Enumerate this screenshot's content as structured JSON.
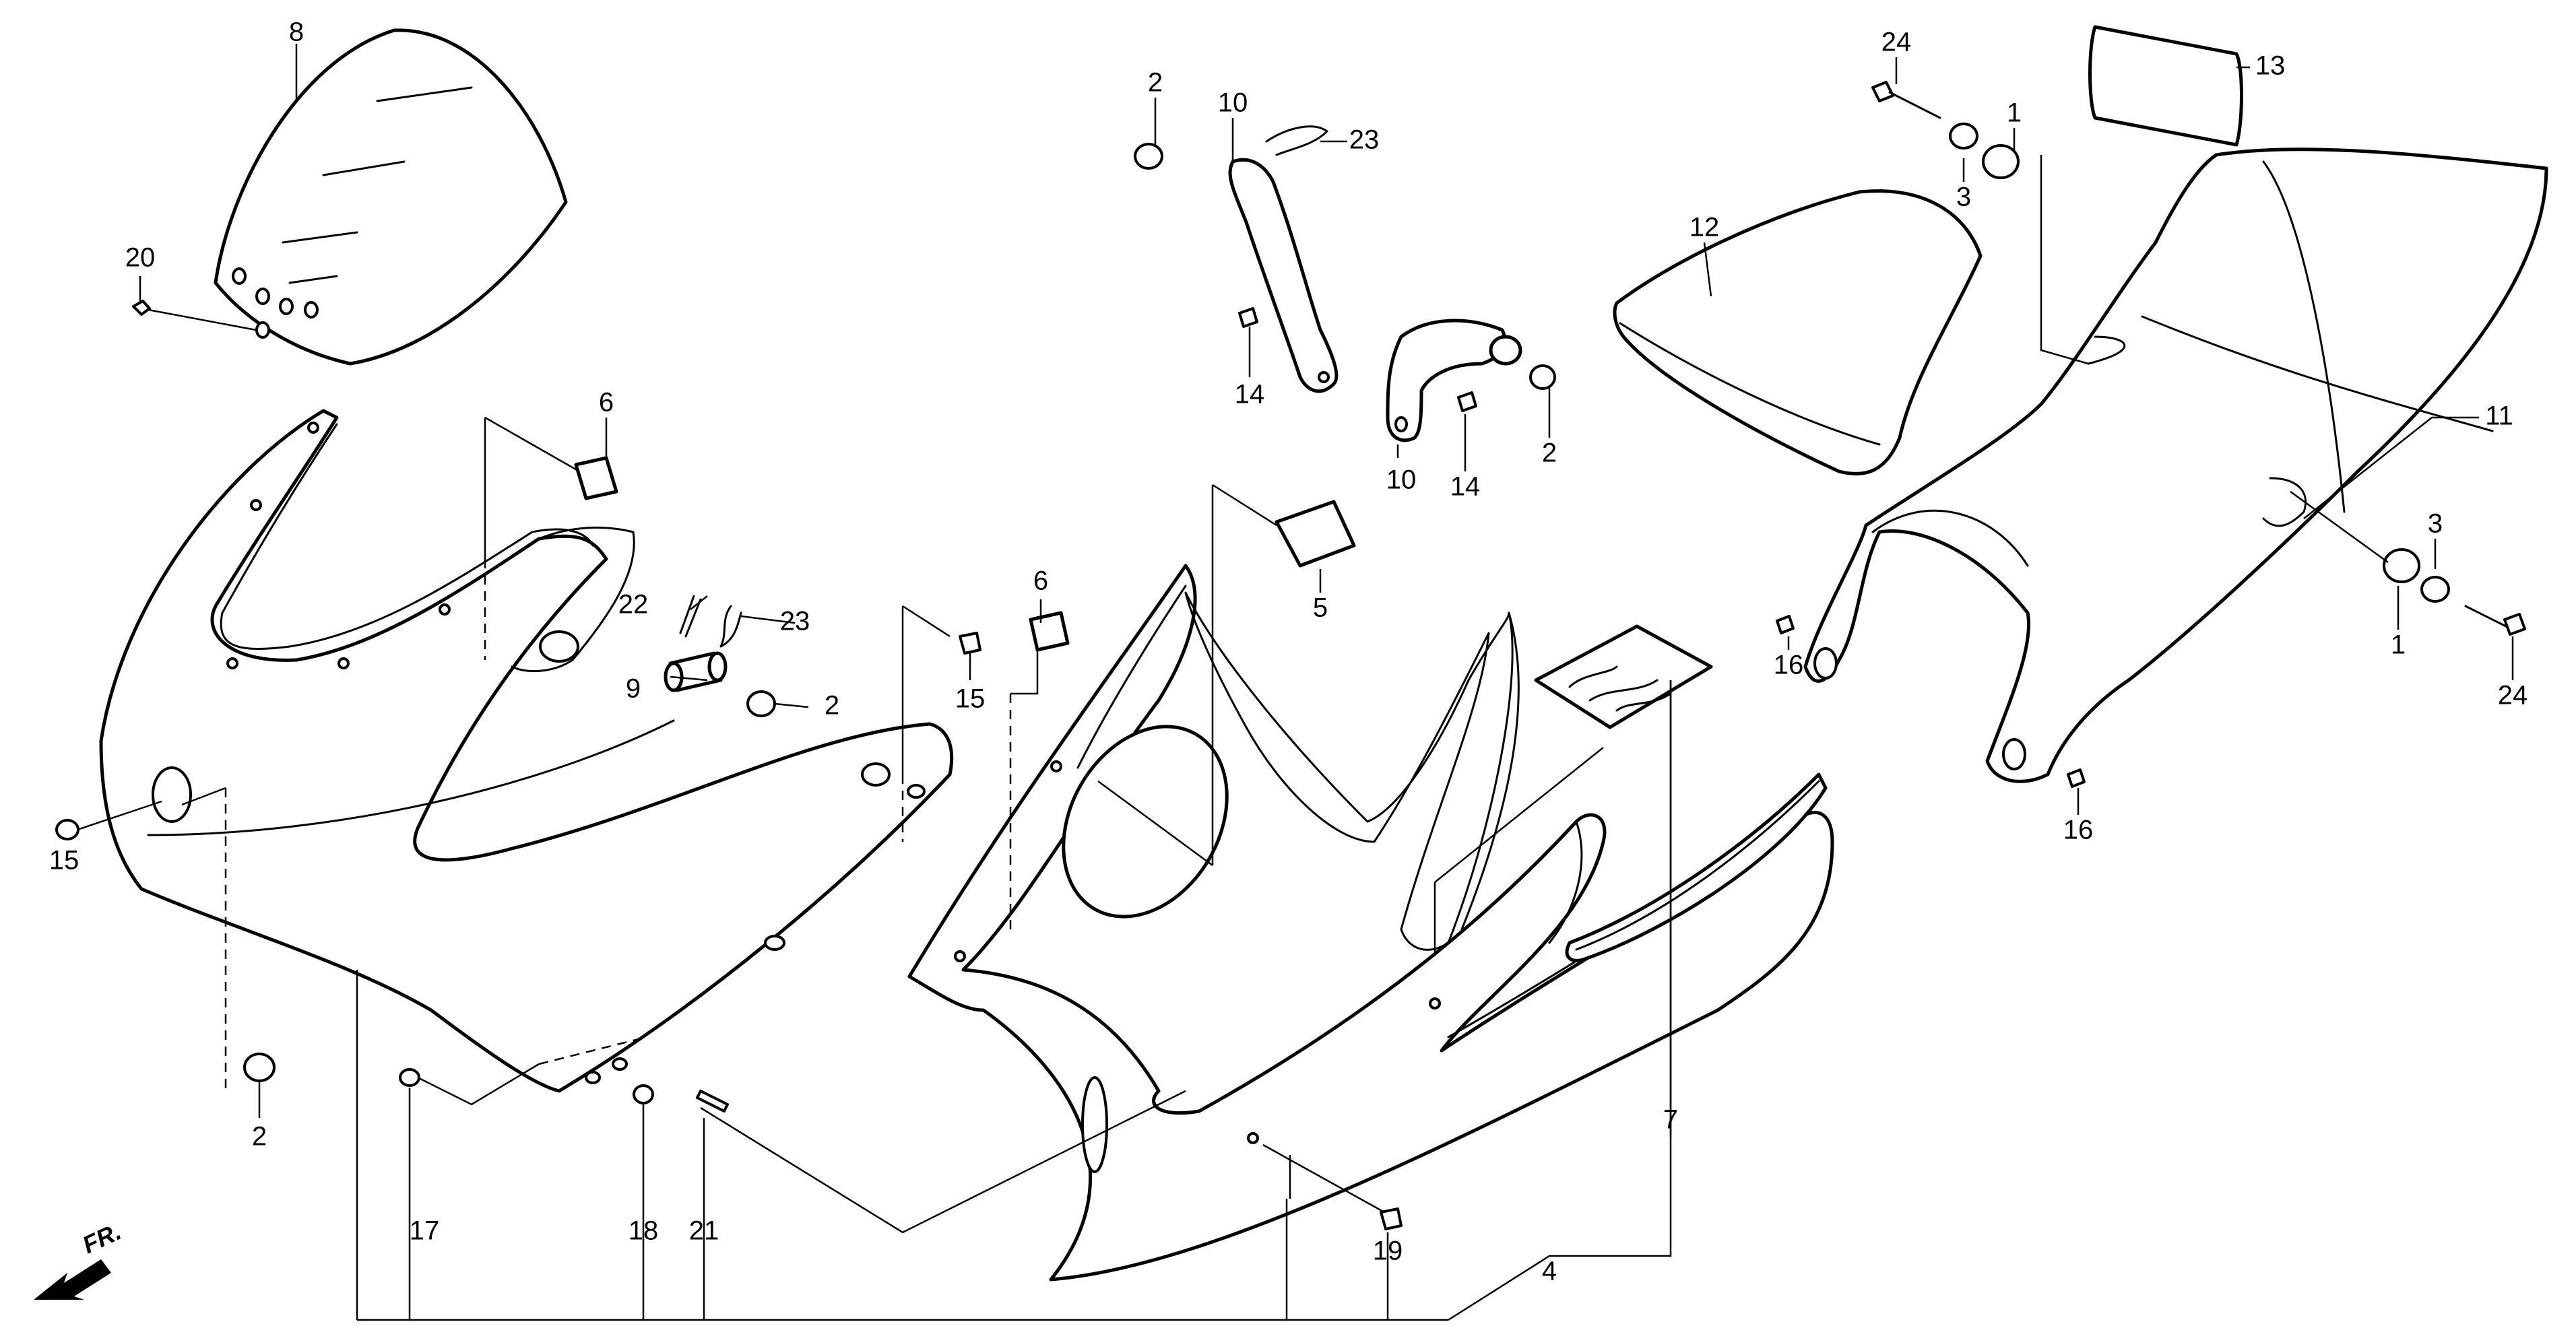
{
  "diagram": {
    "front_label": "FR.",
    "callouts": {
      "c8": "8",
      "c20": "20",
      "c6a": "6",
      "c15a": "15",
      "c2a": "2",
      "c17": "17",
      "c18": "18",
      "c21": "21",
      "c22": "22",
      "c23a": "23",
      "c9": "9",
      "c2b": "2",
      "c15b": "15",
      "c6b": "6",
      "c2c": "2",
      "c10a": "10",
      "c23b": "23",
      "c14a": "14",
      "c10b": "10",
      "c14b": "14",
      "c2d": "2",
      "c5": "5",
      "c19": "19",
      "c4": "4",
      "c7": "7",
      "c12": "12",
      "c24a": "24",
      "c3a": "3",
      "c1a": "1",
      "c13": "13",
      "c11": "11",
      "c16a": "16",
      "c16b": "16",
      "c3b": "3",
      "c1b": "1",
      "c24b": "24"
    }
  }
}
